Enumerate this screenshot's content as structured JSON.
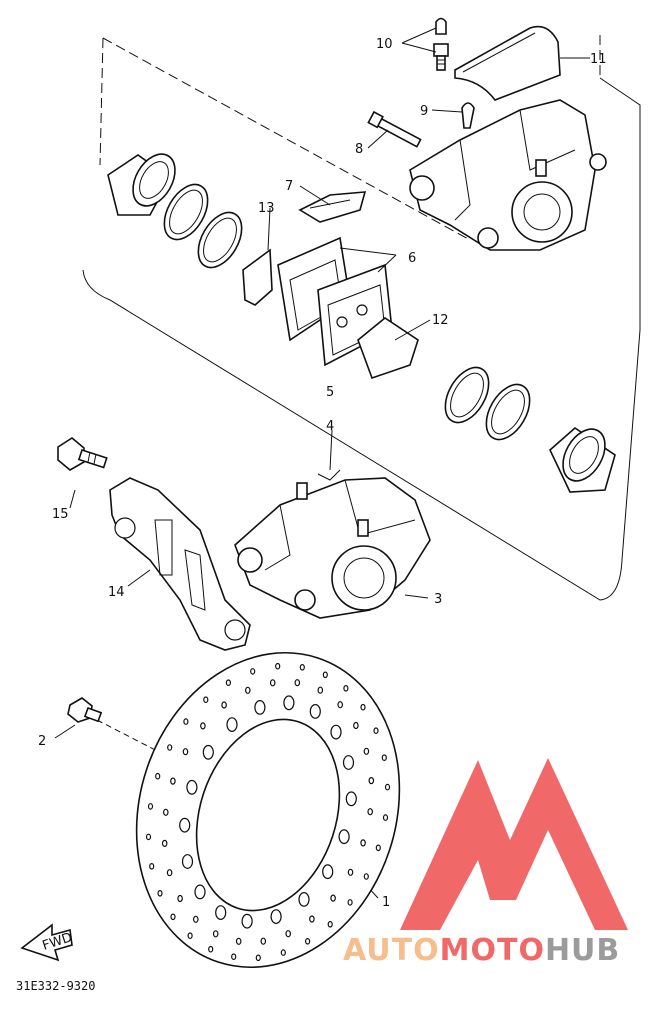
{
  "callouts": {
    "c1": "1",
    "c2": "2",
    "c3": "3",
    "c4": "4",
    "c5": "5",
    "c6": "6",
    "c7": "7",
    "c8": "8",
    "c9": "9",
    "c10": "10",
    "c11": "11",
    "c12": "12",
    "c13": "13",
    "c14": "14",
    "c15": "15"
  },
  "direction_arrow": {
    "label": "FWD"
  },
  "diagram_code": "31E332-9320",
  "watermark": {
    "part1": "AUTO",
    "part2": "MOTO",
    "part3": "HUB",
    "color_light": "#f5b27a",
    "color_red": "#ef4e4e",
    "color_gray": "#8a8a8a"
  }
}
